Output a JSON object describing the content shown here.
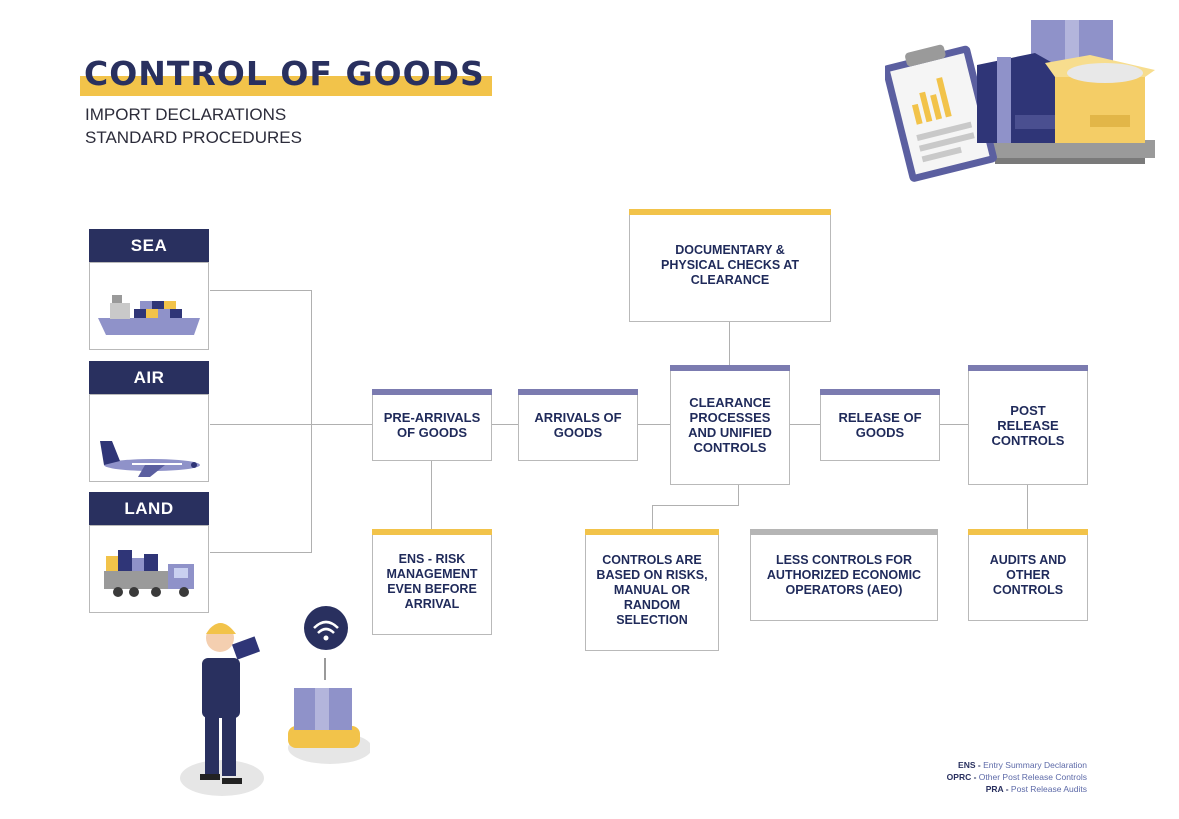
{
  "header": {
    "title": "CONTROL OF GOODS",
    "subtitle_line1": "IMPORT DECLARATIONS",
    "subtitle_line2": "STANDARD PROCEDURES"
  },
  "modes": [
    {
      "label": "SEA",
      "icon": "cargo-ship-icon"
    },
    {
      "label": "AIR",
      "icon": "airplane-icon"
    },
    {
      "label": "LAND",
      "icon": "truck-icon"
    }
  ],
  "flow": {
    "pre_arrivals": "PRE-ARRIVALS OF GOODS",
    "arrivals": "ARRIVALS OF GOODS",
    "clearance": "CLEARANCE PROCESSES AND UNIFIED CONTROLS",
    "release": "RELEASE OF GOODS",
    "post_release": "POST RELEASE CONTROLS",
    "documentary": "DOCUMENTARY & PHYSICAL CHECKS AT CLEARANCE"
  },
  "details": {
    "ens_abbr": "ENS",
    "ens_text": " - RISK MANAGEMENT EVEN BEFORE ARRIVAL",
    "controls": "CONTROLS ARE BASED ON RISKS, MANUAL OR RANDOM SELECTION",
    "aeo": "LESS CONTROLS FOR AUTHORIZED ECONOMIC OPERATORS (AEO)",
    "audits": "AUDITS AND OTHER CONTROLS"
  },
  "legend": [
    {
      "abbr": "ENS",
      "sep": " - ",
      "text": "Entry Summary Declaration"
    },
    {
      "abbr": "OPRC",
      "sep": " - ",
      "text": "Other Post Release Controls"
    },
    {
      "abbr": "PRA",
      "sep": " - ",
      "text": "Post Release Audits"
    }
  ],
  "colors": {
    "navy": "#29305f",
    "purple_accent": "#7b7bb0",
    "yellow_accent": "#f2c34a",
    "gray_accent": "#b5b5b5"
  }
}
